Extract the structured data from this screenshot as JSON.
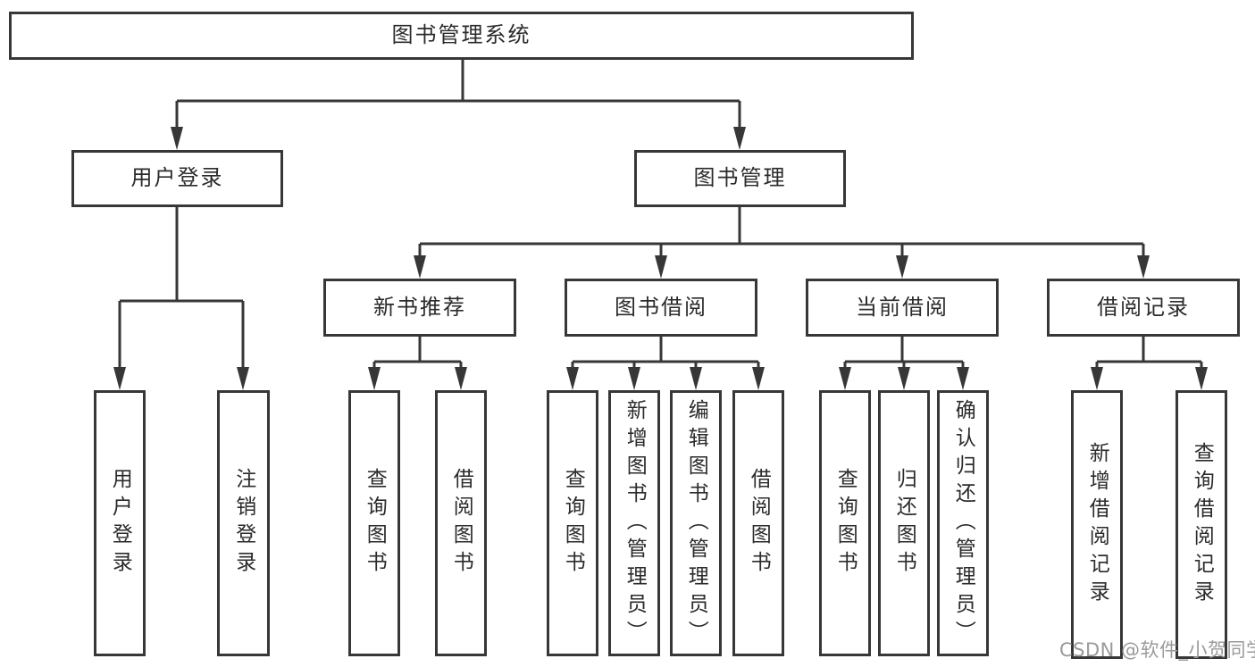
{
  "tree": {
    "label": "图书管理系统",
    "children": [
      {
        "label": "用户登录",
        "children": [
          {
            "label": "用户登录"
          },
          {
            "label": "注销登录"
          }
        ]
      },
      {
        "label": "图书管理",
        "children": [
          {
            "label": "新书推荐",
            "children": [
              {
                "label": "查询图书"
              },
              {
                "label": "借阅图书"
              }
            ]
          },
          {
            "label": "图书借阅",
            "children": [
              {
                "label": "查询图书"
              },
              {
                "label": "新增图书（管理员）"
              },
              {
                "label": "编辑图书（管理员）"
              },
              {
                "label": "借阅图书"
              }
            ]
          },
          {
            "label": "当前借阅",
            "children": [
              {
                "label": "查询图书"
              },
              {
                "label": "归还图书"
              },
              {
                "label": "确认归还（管理员）"
              }
            ]
          },
          {
            "label": "借阅记录",
            "children": [
              {
                "label": "新增借阅记录"
              },
              {
                "label": "查询借阅记录"
              }
            ]
          }
        ]
      }
    ]
  },
  "watermark": {
    "text": "CSDN @软件_小贺同学"
  },
  "colors": {
    "line": "#373737",
    "box_border": "#373737",
    "text": "#2b2b2b",
    "watermark": "#9a9a9a",
    "background": "#ffffff",
    "box_fill": "#ffffff"
  }
}
